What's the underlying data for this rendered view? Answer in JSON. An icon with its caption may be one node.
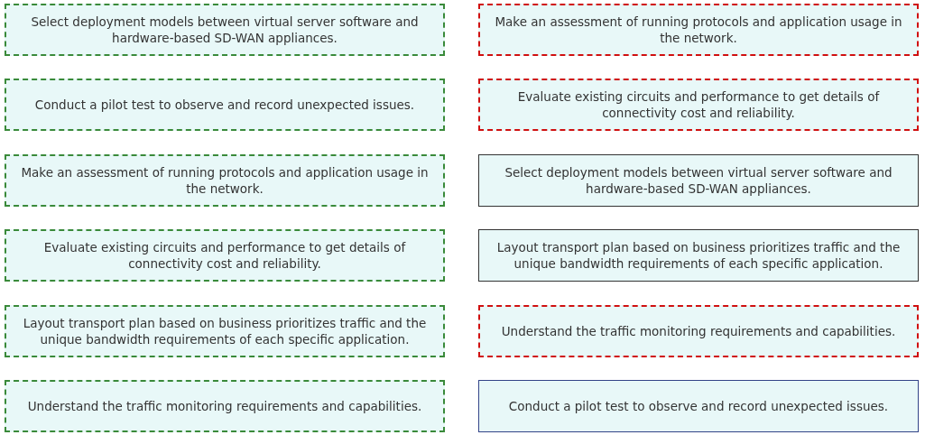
{
  "diagram": {
    "nodes": [
      {
        "text": [
          "Select deployment models between virtual server software and hardware-based SD-WAN appliances."
        ]
      },
      {
        "text": [
          "Make an assessment of running protocols and application usage in the network."
        ]
      },
      {
        "text": [
          "Conduct a pilot test to observe and record unexpected issues."
        ]
      },
      {
        "text": [
          "Evaluate existing circuits and performance to get details of connectivity cost and reliability."
        ]
      },
      {
        "text": [
          "Make an assessment of running protocols and application usage in the network."
        ]
      },
      {
        "text": [
          "Select deployment models between virtual server software and hardware-based SD-WAN appliances."
        ]
      },
      {
        "text": [
          "Evaluate existing circuits and performance to get details of connectivity cost and reliability."
        ]
      },
      {
        "text": [
          "Layout transport plan based on business prioritizes traffic and the unique bandwidth requirements of each specific application."
        ]
      },
      {
        "text": [
          "Layout transport plan based on business prioritizes traffic and the unique bandwidth requirements of each specific application."
        ]
      },
      {
        "text": [
          "Understand the traffic monitoring requirements and capabilities."
        ]
      },
      {
        "text": [
          "Understand the traffic monitoring requirements and capabilities."
        ]
      },
      {
        "text": [
          "Conduct a pilot test to observe and record unexpected issues."
        ]
      }
    ]
  }
}
